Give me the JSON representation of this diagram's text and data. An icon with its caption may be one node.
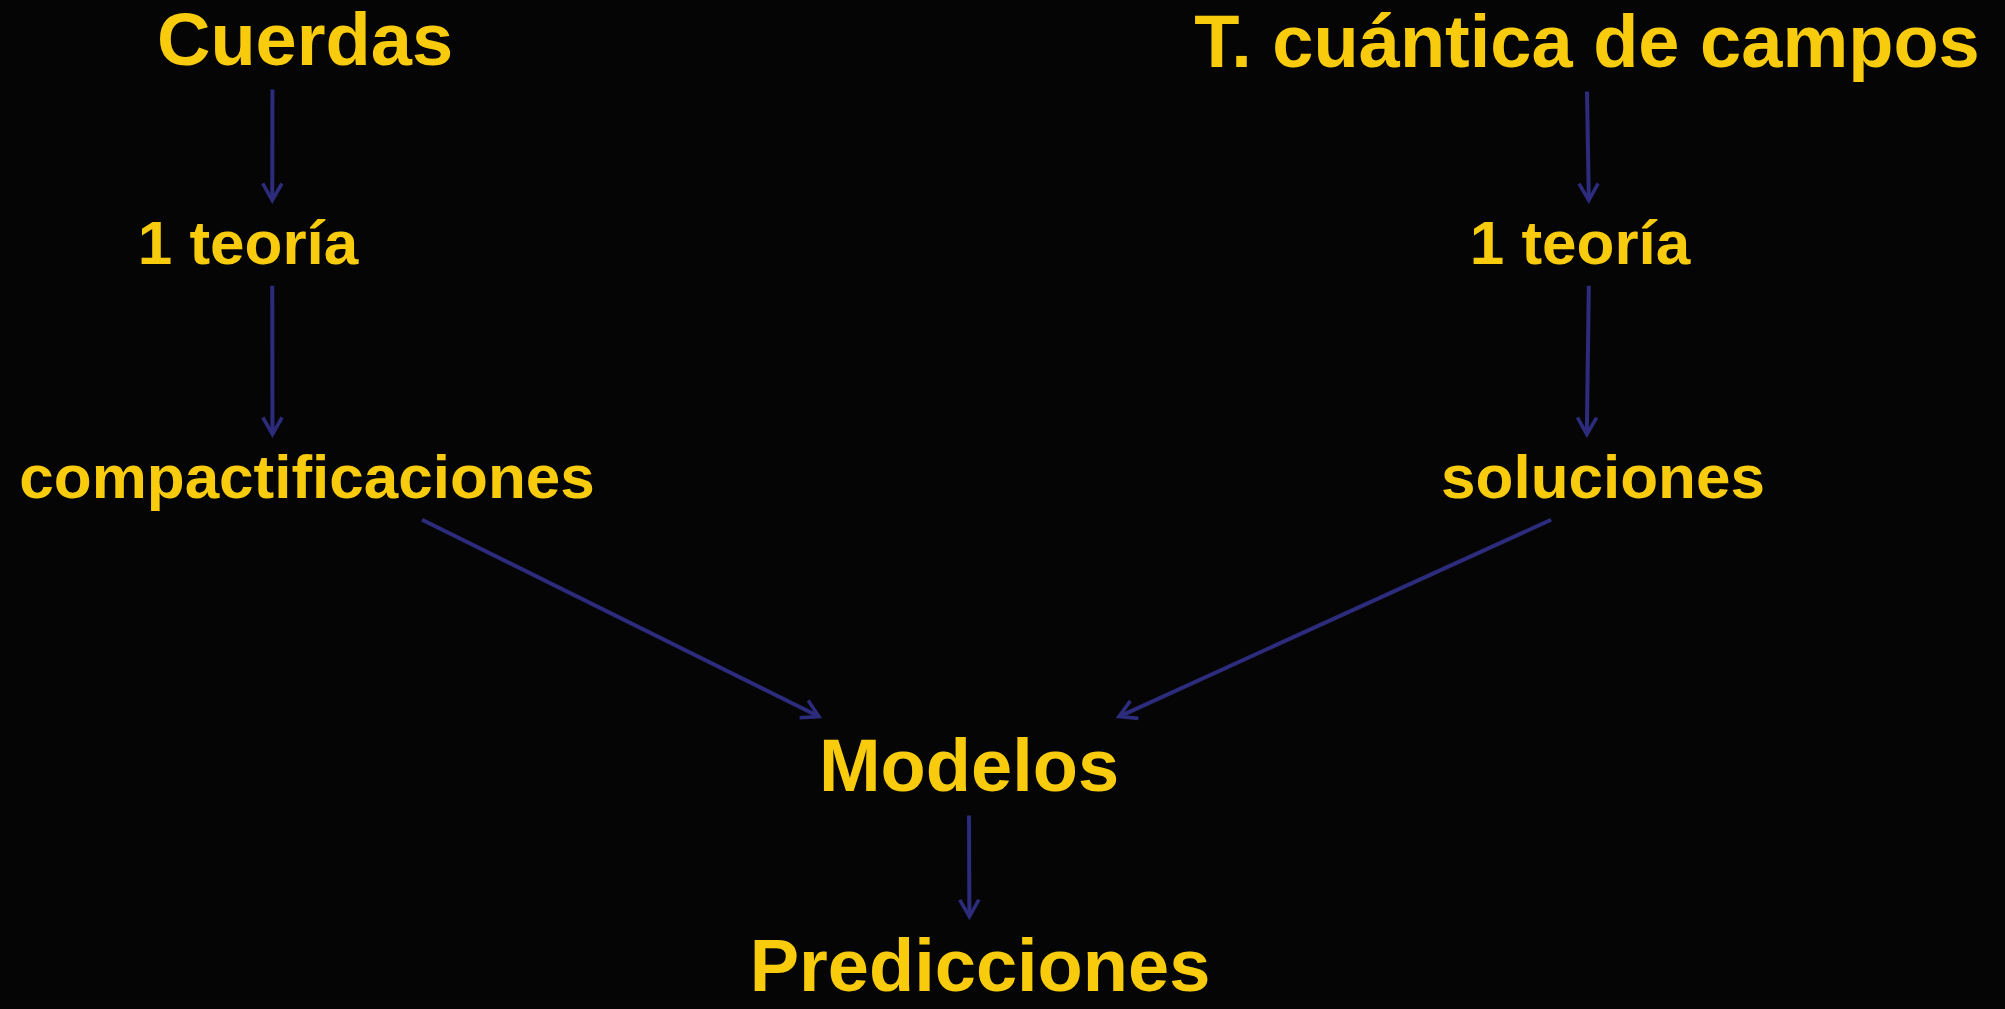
{
  "diagram": {
    "nodes": [
      {
        "text": [
          "Cuerdas"
        ]
      },
      {
        "text": [
          "1 teoría"
        ]
      },
      {
        "text": [
          "compactificaciones"
        ]
      },
      {
        "text": [
          "T. cuántica de campos"
        ]
      },
      {
        "text": [
          "1 teoría"
        ]
      },
      {
        "text": [
          "soluciones"
        ]
      },
      {
        "text": [
          "Modelos"
        ]
      },
      {
        "text": [
          "Predicciones"
        ]
      }
    ],
    "edges": [
      {
        "from": 0,
        "to": 1,
        "arrow": "to"
      },
      {
        "from": 1,
        "to": 2,
        "arrow": "to"
      },
      {
        "from": 2,
        "to": 6,
        "arrow": "to"
      },
      {
        "from": 3,
        "to": 4,
        "arrow": "to"
      },
      {
        "from": 4,
        "to": 5,
        "arrow": "to"
      },
      {
        "from": 5,
        "to": 6,
        "arrow": "to"
      },
      {
        "from": 6,
        "to": 7,
        "arrow": "to"
      }
    ]
  }
}
